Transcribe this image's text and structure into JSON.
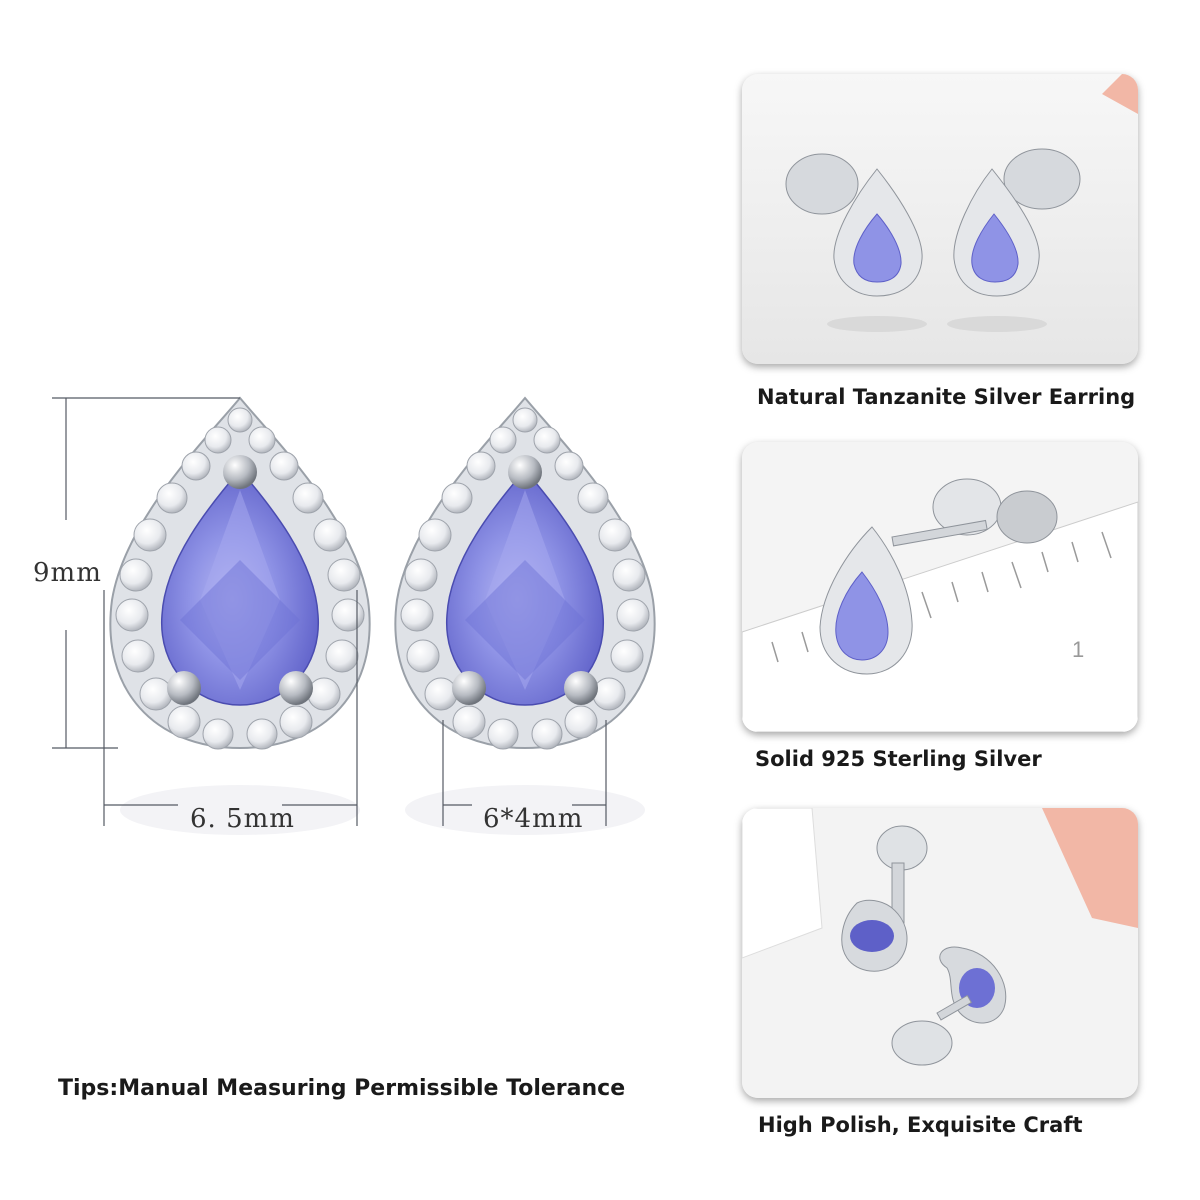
{
  "dimensions": {
    "height": "9mm",
    "width": "6. 5mm",
    "stone": "6*4mm"
  },
  "tips": "Tips:Manual Measuring Permissible Tolerance",
  "panels": [
    {
      "caption": "Natural Tanzanite Silver Earring"
    },
    {
      "caption": "Solid 925 Sterling Silver"
    },
    {
      "caption": "High Polish, Exquisite Craft"
    }
  ],
  "ruler_number": "1",
  "colors": {
    "stone": "#8f93e6",
    "stone_dark": "#5e60c8",
    "metal": "#c8ccd2",
    "background": "#ffffff",
    "ribbon": "#f2b7a6"
  },
  "icons": [
    "earring-pair-photo",
    "earring-side-photo",
    "earring-back-photo"
  ]
}
